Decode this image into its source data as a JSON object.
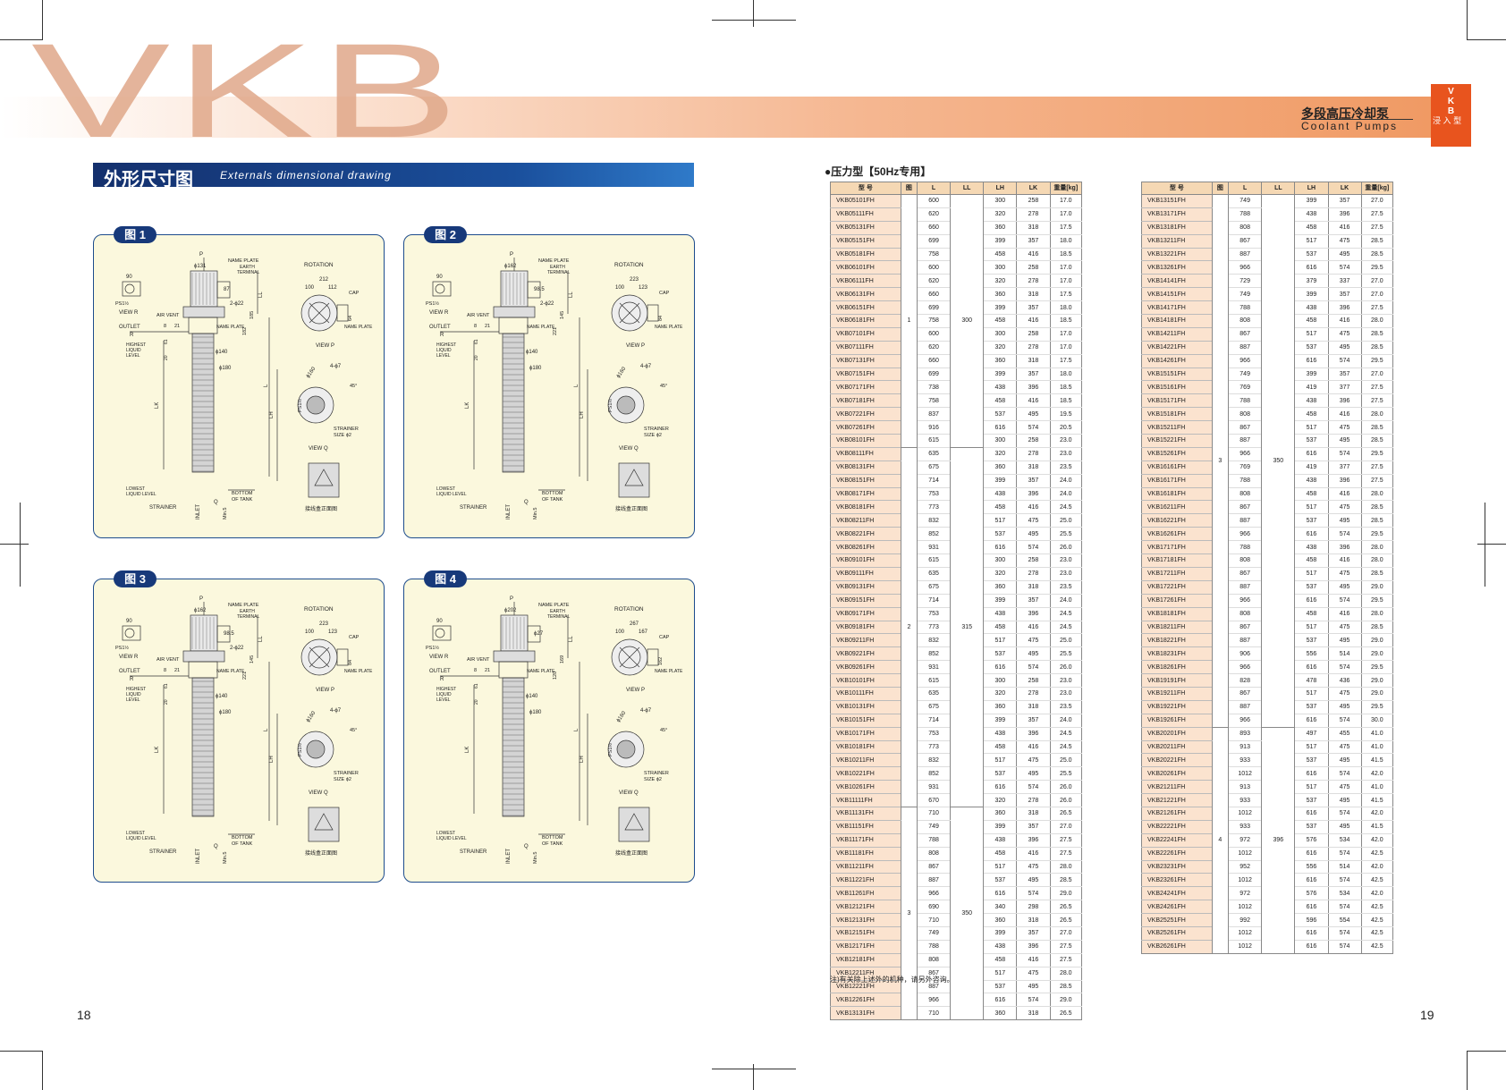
{
  "header": {
    "logo": "VKB",
    "brand_cn": "多段高压冷却泵",
    "brand_en": "Coolant Pumps",
    "side_tab": [
      "V",
      "K",
      "B",
      "浸",
      "入",
      "型"
    ]
  },
  "section": {
    "title_cn": "外形尺寸图",
    "title_en": "Externals dimensional drawing"
  },
  "figures": [
    {
      "label": "图 1",
      "phi_top": "ϕ131",
      "dim_a": "212",
      "dim_b": "100",
      "dim_c": "112",
      "dim_d": "87",
      "dim_e": "2-ϕ22",
      "flange": "ϕ140",
      "dia": "ϕ180",
      "side_a": "185",
      "side_b": "182",
      "box": "64",
      "rect": "90"
    },
    {
      "label": "图 2",
      "phi_top": "ϕ162",
      "dim_a": "223",
      "dim_b": "100",
      "dim_c": "123",
      "dim_d": "98.5",
      "dim_e": "2-ϕ22",
      "flange": "ϕ140",
      "dia": "ϕ180",
      "side_a": "145",
      "side_b": "221",
      "box": "84",
      "rect": "90"
    },
    {
      "label": "图 3",
      "phi_top": "ϕ162",
      "dim_a": "223",
      "dim_b": "100",
      "dim_c": "123",
      "dim_d": "98.5",
      "dim_e": "2-ϕ22",
      "flange": "ϕ140",
      "dia": "ϕ180",
      "side_a": "145",
      "side_b": "221",
      "box": "84",
      "rect": "90"
    },
    {
      "label": "图 4",
      "phi_top": "ϕ202",
      "dim_a": "267",
      "dim_b": "100",
      "dim_c": "167",
      "dim_d": "ϕ27",
      "dim_e": "",
      "flange": "ϕ140",
      "dia": "ϕ180",
      "side_a": "169",
      "side_b": "120",
      "box": "162",
      "rect": "90",
      "extra": "132"
    }
  ],
  "drawing_labels": {
    "p": "P",
    "name_plate": "NAME PLATE",
    "earth": "EARTH",
    "terminal": "TERMINAL",
    "rotation": "ROTATION",
    "cap": "CAP",
    "view_r": "VIEW R",
    "view_p": "VIEW P",
    "view_q": "VIEW Q",
    "air_vent": "AIR VENT",
    "outlet": "OUTLET",
    "r": "R",
    "ps": "PS1½",
    "highest": "HIGHEST",
    "liquid": "LIQUID",
    "level": "LEVEL",
    "lowest": "LOWEST",
    "liquid_level": "LIQUID LEVEL",
    "strainer": "STRAINER",
    "inlet": "INLET",
    "q": "Q",
    "min": "Min.5",
    "bottom": "BOTTOM",
    "of_tank": "OF TANK",
    "strainer_size": "STRAINER",
    "size": "SIZE ϕ2",
    "terminal_box": "接线盒正面图",
    "lk": "LK",
    "lh": "LH",
    "l": "L",
    "ll": "LL",
    "bolt": "4-ϕ7",
    "pcd": "ϕ160",
    "angle": "45°",
    "n8": "8",
    "n21": "21",
    "n61": "61",
    "n20": "20",
    "n150": "150"
  },
  "table": {
    "title": "●压力型【50Hz专用】",
    "headers": [
      "型 号",
      "图",
      "L",
      "LL",
      "LH",
      "LK",
      "重量[kg]"
    ],
    "left": {
      "groups": [
        {
          "fig": "1",
          "ll": "300",
          "start": 0,
          "span": 19
        },
        {
          "fig": "2",
          "ll": "315",
          "start": 19,
          "span": 27
        },
        {
          "fig": "3",
          "ll": "350",
          "start": 46,
          "span": 17
        }
      ],
      "rows": [
        [
          "VKB05101FH",
          "600",
          "300",
          "258",
          "17.0"
        ],
        [
          "VKB05111FH",
          "620",
          "320",
          "278",
          "17.0"
        ],
        [
          "VKB05131FH",
          "660",
          "360",
          "318",
          "17.5"
        ],
        [
          "VKB05151FH",
          "699",
          "399",
          "357",
          "18.0"
        ],
        [
          "VKB05181FH",
          "758",
          "458",
          "416",
          "18.5"
        ],
        [
          "VKB06101FH",
          "600",
          "300",
          "258",
          "17.0"
        ],
        [
          "VKB06111FH",
          "620",
          "320",
          "278",
          "17.0"
        ],
        [
          "VKB06131FH",
          "660",
          "360",
          "318",
          "17.5"
        ],
        [
          "VKB06151FH",
          "699",
          "399",
          "357",
          "18.0"
        ],
        [
          "VKB06181FH",
          "758",
          "458",
          "416",
          "18.5"
        ],
        [
          "VKB07101FH",
          "600",
          "300",
          "258",
          "17.0"
        ],
        [
          "VKB07111FH",
          "620",
          "320",
          "278",
          "17.0"
        ],
        [
          "VKB07131FH",
          "660",
          "360",
          "318",
          "17.5"
        ],
        [
          "VKB07151FH",
          "699",
          "399",
          "357",
          "18.0"
        ],
        [
          "VKB07171FH",
          "738",
          "438",
          "396",
          "18.5"
        ],
        [
          "VKB07181FH",
          "758",
          "458",
          "416",
          "18.5"
        ],
        [
          "VKB07221FH",
          "837",
          "537",
          "495",
          "19.5"
        ],
        [
          "VKB07261FH",
          "916",
          "616",
          "574",
          "20.5"
        ],
        [
          "VKB08101FH",
          "615",
          "300",
          "258",
          "23.0"
        ],
        [
          "VKB08111FH",
          "635",
          "320",
          "278",
          "23.0"
        ],
        [
          "VKB08131FH",
          "675",
          "360",
          "318",
          "23.5"
        ],
        [
          "VKB08151FH",
          "714",
          "399",
          "357",
          "24.0"
        ],
        [
          "VKB08171FH",
          "753",
          "438",
          "396",
          "24.0"
        ],
        [
          "VKB08181FH",
          "773",
          "458",
          "416",
          "24.5"
        ],
        [
          "VKB08211FH",
          "832",
          "517",
          "475",
          "25.0"
        ],
        [
          "VKB08221FH",
          "852",
          "537",
          "495",
          "25.5"
        ],
        [
          "VKB08261FH",
          "931",
          "616",
          "574",
          "26.0"
        ],
        [
          "VKB09101FH",
          "615",
          "300",
          "258",
          "23.0"
        ],
        [
          "VKB09111FH",
          "635",
          "320",
          "278",
          "23.0"
        ],
        [
          "VKB09131FH",
          "675",
          "360",
          "318",
          "23.5"
        ],
        [
          "VKB09151FH",
          "714",
          "399",
          "357",
          "24.0"
        ],
        [
          "VKB09171FH",
          "753",
          "438",
          "396",
          "24.5"
        ],
        [
          "VKB09181FH",
          "773",
          "458",
          "416",
          "24.5"
        ],
        [
          "VKB09211FH",
          "832",
          "517",
          "475",
          "25.0"
        ],
        [
          "VKB09221FH",
          "852",
          "537",
          "495",
          "25.5"
        ],
        [
          "VKB09261FH",
          "931",
          "616",
          "574",
          "26.0"
        ],
        [
          "VKB10101FH",
          "615",
          "300",
          "258",
          "23.0"
        ],
        [
          "VKB10111FH",
          "635",
          "320",
          "278",
          "23.0"
        ],
        [
          "VKB10131FH",
          "675",
          "360",
          "318",
          "23.5"
        ],
        [
          "VKB10151FH",
          "714",
          "399",
          "357",
          "24.0"
        ],
        [
          "VKB10171FH",
          "753",
          "438",
          "396",
          "24.5"
        ],
        [
          "VKB10181FH",
          "773",
          "458",
          "416",
          "24.5"
        ],
        [
          "VKB10211FH",
          "832",
          "517",
          "475",
          "25.0"
        ],
        [
          "VKB10221FH",
          "852",
          "537",
          "495",
          "25.5"
        ],
        [
          "VKB10261FH",
          "931",
          "616",
          "574",
          "26.0"
        ],
        [
          "VKB11111FH",
          "670",
          "320",
          "278",
          "26.0"
        ],
        [
          "VKB11131FH",
          "710",
          "360",
          "318",
          "26.5"
        ],
        [
          "VKB11151FH",
          "749",
          "399",
          "357",
          "27.0"
        ],
        [
          "VKB11171FH",
          "788",
          "438",
          "396",
          "27.5"
        ],
        [
          "VKB11181FH",
          "808",
          "458",
          "416",
          "27.5"
        ],
        [
          "VKB11211FH",
          "867",
          "517",
          "475",
          "28.0"
        ],
        [
          "VKB11221FH",
          "887",
          "537",
          "495",
          "28.5"
        ],
        [
          "VKB11261FH",
          "966",
          "616",
          "574",
          "29.0"
        ],
        [
          "VKB12121FH",
          "690",
          "340",
          "298",
          "26.5"
        ],
        [
          "VKB12131FH",
          "710",
          "360",
          "318",
          "26.5"
        ],
        [
          "VKB12151FH",
          "749",
          "399",
          "357",
          "27.0"
        ],
        [
          "VKB12171FH",
          "788",
          "438",
          "396",
          "27.5"
        ],
        [
          "VKB12181FH",
          "808",
          "458",
          "416",
          "27.5"
        ],
        [
          "VKB12211FH",
          "867",
          "517",
          "475",
          "28.0"
        ],
        [
          "VKB12221FH",
          "887",
          "537",
          "495",
          "28.5"
        ],
        [
          "VKB12261FH",
          "966",
          "616",
          "574",
          "29.0"
        ],
        [
          "VKB13131FH",
          "710",
          "360",
          "318",
          "26.5"
        ]
      ]
    },
    "right": {
      "groups": [
        {
          "fig": "3",
          "ll": "350",
          "start": 0,
          "span": 40
        },
        {
          "fig": "4",
          "ll": "396",
          "start": 40,
          "span": 17
        }
      ],
      "rows": [
        [
          "VKB13151FH",
          "749",
          "399",
          "357",
          "27.0"
        ],
        [
          "VKB13171FH",
          "788",
          "438",
          "396",
          "27.5"
        ],
        [
          "VKB13181FH",
          "808",
          "458",
          "416",
          "27.5"
        ],
        [
          "VKB13211FH",
          "867",
          "517",
          "475",
          "28.5"
        ],
        [
          "VKB13221FH",
          "887",
          "537",
          "495",
          "28.5"
        ],
        [
          "VKB13261FH",
          "966",
          "616",
          "574",
          "29.5"
        ],
        [
          "VKB14141FH",
          "729",
          "379",
          "337",
          "27.0"
        ],
        [
          "VKB14151FH",
          "749",
          "399",
          "357",
          "27.0"
        ],
        [
          "VKB14171FH",
          "788",
          "438",
          "396",
          "27.5"
        ],
        [
          "VKB14181FH",
          "808",
          "458",
          "416",
          "28.0"
        ],
        [
          "VKB14211FH",
          "867",
          "517",
          "475",
          "28.5"
        ],
        [
          "VKB14221FH",
          "887",
          "537",
          "495",
          "28.5"
        ],
        [
          "VKB14261FH",
          "966",
          "616",
          "574",
          "29.5"
        ],
        [
          "VKB15151FH",
          "749",
          "399",
          "357",
          "27.0"
        ],
        [
          "VKB15161FH",
          "769",
          "419",
          "377",
          "27.5"
        ],
        [
          "VKB15171FH",
          "788",
          "438",
          "396",
          "27.5"
        ],
        [
          "VKB15181FH",
          "808",
          "458",
          "416",
          "28.0"
        ],
        [
          "VKB15211FH",
          "867",
          "517",
          "475",
          "28.5"
        ],
        [
          "VKB15221FH",
          "887",
          "537",
          "495",
          "28.5"
        ],
        [
          "VKB15261FH",
          "966",
          "616",
          "574",
          "29.5"
        ],
        [
          "VKB16161FH",
          "769",
          "419",
          "377",
          "27.5"
        ],
        [
          "VKB16171FH",
          "788",
          "438",
          "396",
          "27.5"
        ],
        [
          "VKB16181FH",
          "808",
          "458",
          "416",
          "28.0"
        ],
        [
          "VKB16211FH",
          "867",
          "517",
          "475",
          "28.5"
        ],
        [
          "VKB16221FH",
          "887",
          "537",
          "495",
          "28.5"
        ],
        [
          "VKB16261FH",
          "966",
          "616",
          "574",
          "29.5"
        ],
        [
          "VKB17171FH",
          "788",
          "438",
          "396",
          "28.0"
        ],
        [
          "VKB17181FH",
          "808",
          "458",
          "416",
          "28.0"
        ],
        [
          "VKB17211FH",
          "867",
          "517",
          "475",
          "28.5"
        ],
        [
          "VKB17221FH",
          "887",
          "537",
          "495",
          "29.0"
        ],
        [
          "VKB17261FH",
          "966",
          "616",
          "574",
          "29.5"
        ],
        [
          "VKB18181FH",
          "808",
          "458",
          "416",
          "28.0"
        ],
        [
          "VKB18211FH",
          "867",
          "517",
          "475",
          "28.5"
        ],
        [
          "VKB18221FH",
          "887",
          "537",
          "495",
          "29.0"
        ],
        [
          "VKB18231FH",
          "906",
          "556",
          "514",
          "29.0"
        ],
        [
          "VKB18261FH",
          "966",
          "616",
          "574",
          "29.5"
        ],
        [
          "VKB19191FH",
          "828",
          "478",
          "436",
          "29.0"
        ],
        [
          "VKB19211FH",
          "867",
          "517",
          "475",
          "29.0"
        ],
        [
          "VKB19221FH",
          "887",
          "537",
          "495",
          "29.5"
        ],
        [
          "VKB19261FH",
          "966",
          "616",
          "574",
          "30.0"
        ],
        [
          "VKB20201FH",
          "893",
          "497",
          "455",
          "41.0"
        ],
        [
          "VKB20211FH",
          "913",
          "517",
          "475",
          "41.0"
        ],
        [
          "VKB20221FH",
          "933",
          "537",
          "495",
          "41.5"
        ],
        [
          "VKB20261FH",
          "1012",
          "616",
          "574",
          "42.0"
        ],
        [
          "VKB21211FH",
          "913",
          "517",
          "475",
          "41.0"
        ],
        [
          "VKB21221FH",
          "933",
          "537",
          "495",
          "41.5"
        ],
        [
          "VKB21261FH",
          "1012",
          "616",
          "574",
          "42.0"
        ],
        [
          "VKB22221FH",
          "933",
          "537",
          "495",
          "41.5"
        ],
        [
          "VKB22241FH",
          "972",
          "576",
          "534",
          "42.0"
        ],
        [
          "VKB22261FH",
          "1012",
          "616",
          "574",
          "42.5"
        ],
        [
          "VKB23231FH",
          "952",
          "556",
          "514",
          "42.0"
        ],
        [
          "VKB23261FH",
          "1012",
          "616",
          "574",
          "42.5"
        ],
        [
          "VKB24241FH",
          "972",
          "576",
          "534",
          "42.0"
        ],
        [
          "VKB24261FH",
          "1012",
          "616",
          "574",
          "42.5"
        ],
        [
          "VKB25251FH",
          "992",
          "596",
          "554",
          "42.5"
        ],
        [
          "VKB25261FH",
          "1012",
          "616",
          "574",
          "42.5"
        ],
        [
          "VKB26261FH",
          "1012",
          "616",
          "574",
          "42.5"
        ]
      ]
    },
    "note": "注)有关除上述外的机种，请另外咨询。"
  },
  "page_numbers": {
    "left": "18",
    "right": "19"
  },
  "colors": {
    "banner": "#f09a64",
    "logo": "#e0a88a",
    "section_bar": "#1a4f9c",
    "panel_bg": "#fbf8dd",
    "panel_border": "#1d4c8c",
    "table_header": "#f5d8b4",
    "model_cell": "#fbe3cf",
    "side_tab": "#e8541e"
  }
}
